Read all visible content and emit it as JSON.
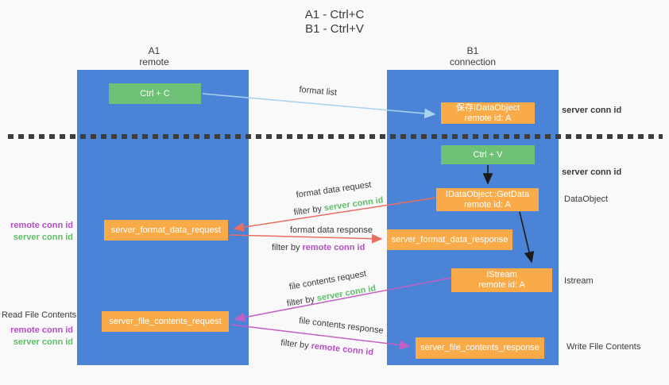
{
  "title": {
    "line1": "A1 - Ctrl+C",
    "line2": "B1 - Ctrl+V"
  },
  "columns": {
    "a1": {
      "name": "A1",
      "subtitle": "remote"
    },
    "b1": {
      "name": "B1",
      "subtitle": "connection"
    }
  },
  "boxes": {
    "ctrl_c": "Ctrl + C",
    "ctrl_v": "Ctrl + V",
    "save_idataobject": {
      "line1": "保存IDataObject",
      "line2": "remote id: A"
    },
    "getdata": {
      "line1": "IDataObject::GetData",
      "line2": "remote id: A"
    },
    "istream": {
      "line1": "IStream",
      "line2": "remote id: A"
    },
    "server_format_data_request": "server_format_data_request",
    "server_format_data_response": "server_format_data_response",
    "server_file_contents_request": "server_file_contents_request",
    "server_file_contents_response": "server_file_contents_response"
  },
  "arrow_labels": {
    "format_list": "format list",
    "format_data_request": "format data request",
    "format_data_response": "format data response",
    "file_contents_request": "file contents request",
    "file_contents_response": "file contents response",
    "filter_by": "filter by",
    "server_conn_id": "server conn id",
    "remote_conn_id": "remote conn id"
  },
  "side_labels": {
    "server_conn_id_top": "server conn id",
    "server_conn_id_mid": "server conn id",
    "dataobject": "DataObject",
    "istream": "Istream",
    "write_file_contents": "Write File Contents",
    "read_file_contents": "Read File Contents",
    "remote_conn_id_1": "remote conn id",
    "server_conn_id_1": "server conn id",
    "remote_conn_id_2": "remote conn id",
    "server_conn_id_2": "server conn id"
  },
  "colors": {
    "column_blue": "#4b83d6",
    "box_green": "#6fc077",
    "box_orange": "#f8ab48",
    "arrow_light_blue": "#a9d2ee",
    "arrow_salmon": "#ea6e60",
    "arrow_magenta": "#c45fc4",
    "arrow_black": "#1b1b1b",
    "text_green": "#5fbd68",
    "text_purple": "#b44fc4",
    "dotted_line": "#3d3d3d",
    "background": "#f9f9f9"
  }
}
